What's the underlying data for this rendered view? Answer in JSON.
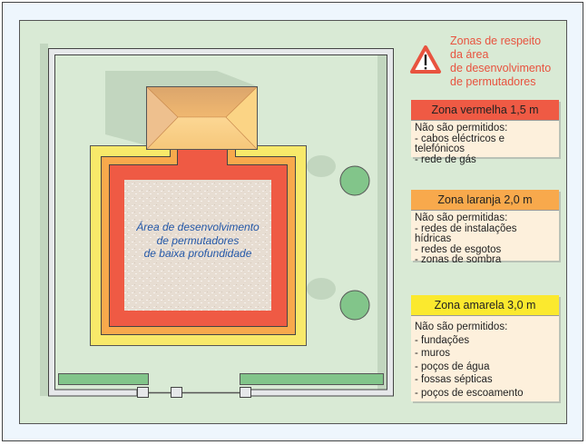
{
  "warning": {
    "icon": "warning-triangle-icon",
    "lines": [
      "Zonas de respeito",
      "da área",
      "de desenvolvimento",
      "de permutadores"
    ]
  },
  "area_label": [
    "Área de desenvolvimento",
    "de permutadores",
    "de baixa profundidade"
  ],
  "zones": [
    {
      "title": "Zona vermelha 1,5 m",
      "color": "#ef5a44",
      "intro": "Não são permitidos:",
      "items": [
        "- cabos eléctricos e telefónicos",
        "- rede de gás"
      ]
    },
    {
      "title": "Zona laranja 2,0 m",
      "color": "#f8a94c",
      "intro": "Não são permitidas:",
      "items": [
        "- redes de instalações hídricas",
        "- redes de esgotos",
        "- zonas de sombra"
      ]
    },
    {
      "title": "Zona amarela 3,0 m",
      "color": "#fbe92e",
      "intro": "Não são permitidos:",
      "items": [
        "- fundações",
        "- muros",
        "- poços de água",
        "- fossas sépticas",
        "- poços de escoamento"
      ]
    }
  ],
  "colors": {
    "lawn": "#d9ead5",
    "frame": "#eef6fd",
    "red": "#ef5a44",
    "orange": "#f8a94c",
    "yellow": "#f8e96a",
    "tree": "#82c58a"
  }
}
